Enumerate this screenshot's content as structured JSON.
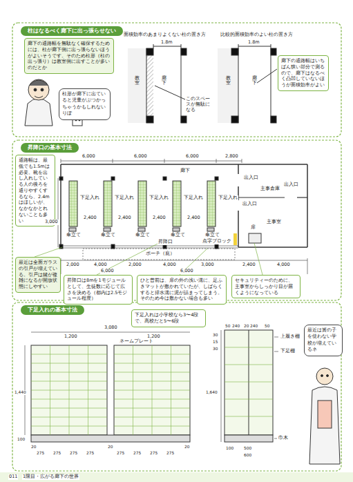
{
  "diagram": {
    "nodes": [
      {
        "text": [
          "柱はなるべく廊下に出っ張らせない"
        ]
      },
      {
        "text": [
          "廊下の通路幅を無駄なく確保するためには、柱が廊下側に出っ張らないほうがよいそうです。そのため柱形（柱の出っ張り）は教室側に出すことが多いのだとか"
        ]
      },
      {
        "text": [
          "柱形が廊下に出ていると児童がぶつかっちゃうかもしれないりぽ"
        ]
      },
      {
        "text": [
          "廊下の通路幅はいちばん狭い部分で測るので、廊下はなるべく凸凹していないほうが面積効率がよい"
        ]
      },
      {
        "text": [
          "昇降口の基本寸法"
        ]
      },
      {
        "text": [
          "通路幅は、最低でも1.5mは必要。靴を出し入れしている人の後ろを通りやすくするなら、2.4mはほしいが、なかなかとれないことも多い"
        ]
      },
      {
        "text": [
          "最近は全面ガラスの引戸が増えている。引戸は鍵が複雑になるが開放状態にしやすい"
        ]
      },
      {
        "text": [
          "昇降口は8mを1モジュールとして、生徒数に応じて広さを決める（都内は2.5モジュール程度）"
        ]
      },
      {
        "text": [
          "ひと昔前は、扉の外の浅い溝に、足ふきマットが敷かれていたが、しばらくすると排水溝に泥が詰まってしまう。そのため今は敷かない場合も多い"
        ]
      },
      {
        "text": [
          "セキュリティーのために、主事室からしっかり目が届くようになっている"
        ]
      },
      {
        "text": [
          "下足入れの基本寸法"
        ]
      },
      {
        "text": [
          "下足入れは小学校なら3〜4段で、高校だと5〜6段"
        ]
      },
      {
        "text": [
          "最近は簀の子を使わない学校が増えているネ"
        ]
      }
    ],
    "labels": [
      "面積効率のあまりよくない柱の置き方",
      "比較的面積効率のよい柱の置き方",
      "1.8m",
      "1.8m",
      "教室",
      "廊下",
      "このスペースが無駄になる",
      "教室",
      "廊下",
      "廊下",
      "6,000",
      "6,000",
      "6,000",
      "2,800",
      "下足入れ",
      "下足入れ",
      "下足入れ",
      "下足入れ",
      "下足入れ",
      "2,400",
      "2,400",
      "2,400",
      "2,400",
      "傘立て",
      "傘立て",
      "傘立て",
      "傘立て",
      "傘立て",
      "昇降口",
      "点字ブロック",
      "出入口",
      "出入口",
      "出入口",
      "主事倉庫",
      "主事室",
      "扉",
      "3,000",
      "ポーチ（庇）",
      "2,000",
      "4,000",
      "2,000",
      "4,000",
      "3,000",
      "2,400",
      "4,000",
      "6,000",
      "6,000",
      "3,080",
      "1,200",
      "1,200",
      "ネームプレート",
      "1,440",
      "100",
      "20",
      "20",
      "20",
      "275",
      "275",
      "275",
      "275",
      "275",
      "275",
      "275",
      "275",
      "50",
      "240",
      "20",
      "240",
      "50",
      "上履き棚",
      "下足棚",
      "1,640",
      "30",
      "15",
      "30",
      "巾木",
      "100",
      "500",
      "600",
      "011",
      "1限目・広がる廊下の世界"
    ]
  }
}
